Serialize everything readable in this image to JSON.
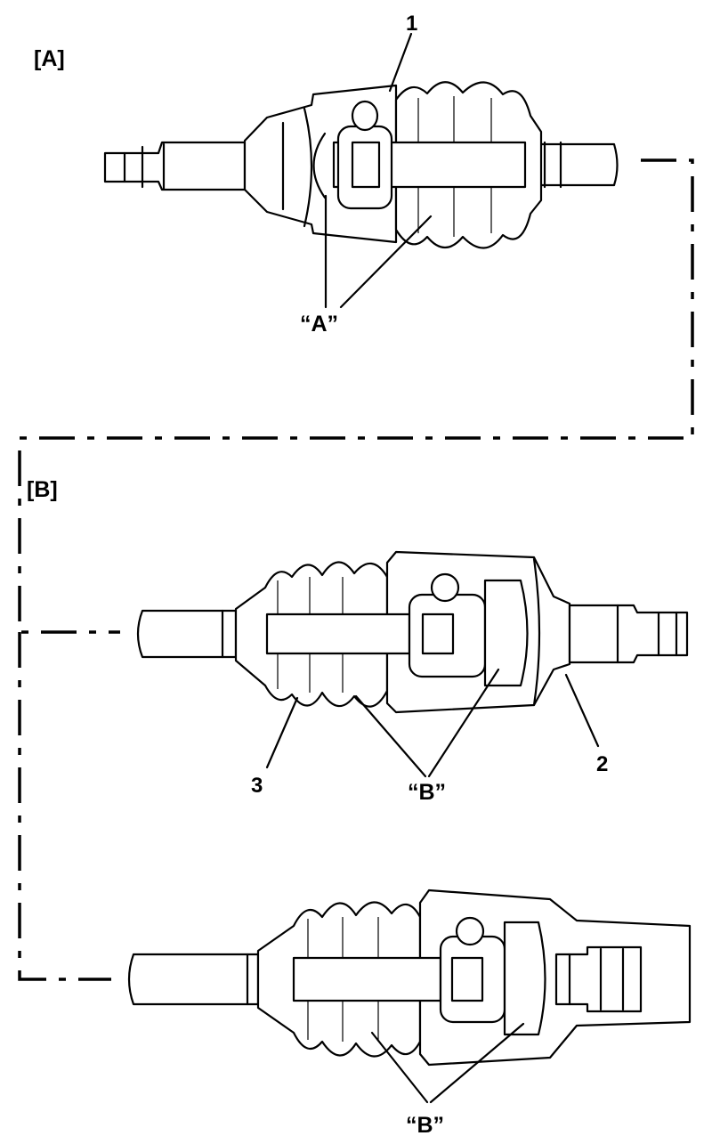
{
  "figure": {
    "panels": [
      {
        "id": "A",
        "label": "[A]"
      },
      {
        "id": "B",
        "label": "[B]"
      }
    ],
    "callouts": {
      "part_1": "1",
      "part_2": "2",
      "part_3": "3",
      "mark_a": "“A”",
      "mark_b_upper": "“B”",
      "mark_b_lower": "“B”"
    }
  }
}
